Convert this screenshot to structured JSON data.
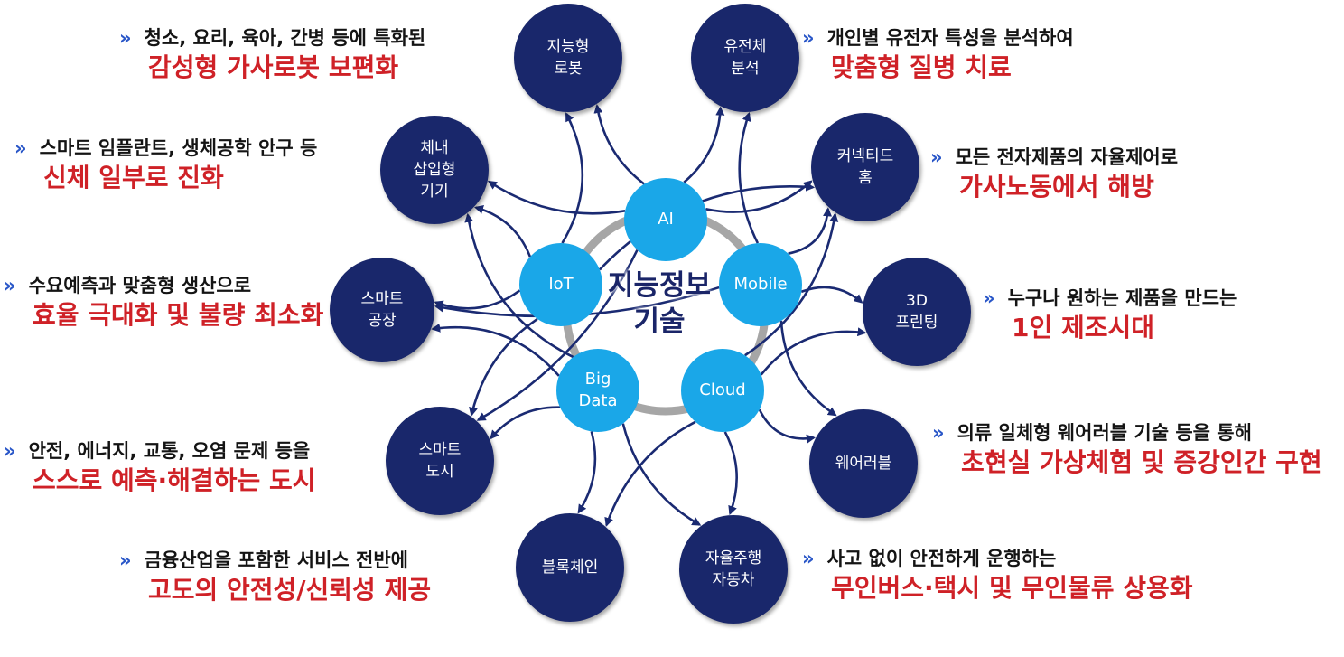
{
  "center": {
    "title": "지능정보\n기술"
  },
  "core_nodes": [
    {
      "id": "ai",
      "label": "AI"
    },
    {
      "id": "iot",
      "label": "IoT"
    },
    {
      "id": "mobile",
      "label": "Mobile"
    },
    {
      "id": "bigdata",
      "label": "Big\nData"
    },
    {
      "id": "cloud",
      "label": "Cloud"
    }
  ],
  "applications": [
    {
      "id": "robot",
      "label": "지능형\n로봇",
      "desc1": "청소, 요리, 육아, 간병 등에 특화된",
      "desc2": "감성형 가사로봇 보편화"
    },
    {
      "id": "genome",
      "label": "유전체\n분석",
      "desc1": "개인별 유전자 특성을 분석하여",
      "desc2": "맞춤형 질병 치료"
    },
    {
      "id": "implant",
      "label": "체내\n삽입형\n기기",
      "desc1": "스마트 임플란트, 생체공학 안구 등",
      "desc2": "신체 일부로 진화"
    },
    {
      "id": "home",
      "label": "커넥티드\n홈",
      "desc1": "모든 전자제품의 자율제어로",
      "desc2": "가사노동에서 해방"
    },
    {
      "id": "factory",
      "label": "스마트\n공장",
      "desc1": "수요예측과 맞춤형 생산으로",
      "desc2": "효율 극대화 및 불량 최소화"
    },
    {
      "id": "printing",
      "label": "3D\n프린팅",
      "desc1": "누구나 원하는 제품을 만드는",
      "desc2": "1인 제조시대"
    },
    {
      "id": "city",
      "label": "스마트\n도시",
      "desc1": "안전, 에너지, 교통, 오염 문제 등을",
      "desc2": "스스로 예측·해결하는 도시"
    },
    {
      "id": "wearable",
      "label": "웨어러블",
      "desc1": "의류 일체형 웨어러블 기술 등을 통해",
      "desc2": "초현실 가상체험 및 증강인간 구현"
    },
    {
      "id": "blockchain",
      "label": "블록체인",
      "desc1": "금융산업을 포함한 서비스 전반에",
      "desc2": "고도의 안전성/신뢰성 제공"
    },
    {
      "id": "autonomous",
      "label": "자율주행\n자동차",
      "desc1": "사고 없이 안전하게 운행하는",
      "desc2": "무인버스·택시 및 무인물류 상용화"
    }
  ],
  "bullet_mark": "»",
  "colors": {
    "node_dark": "#19276b",
    "node_light": "#1aa7e8",
    "ring": "#a6a6a6",
    "arrow": "#1a2a72",
    "emphasis": "#cf2127"
  }
}
